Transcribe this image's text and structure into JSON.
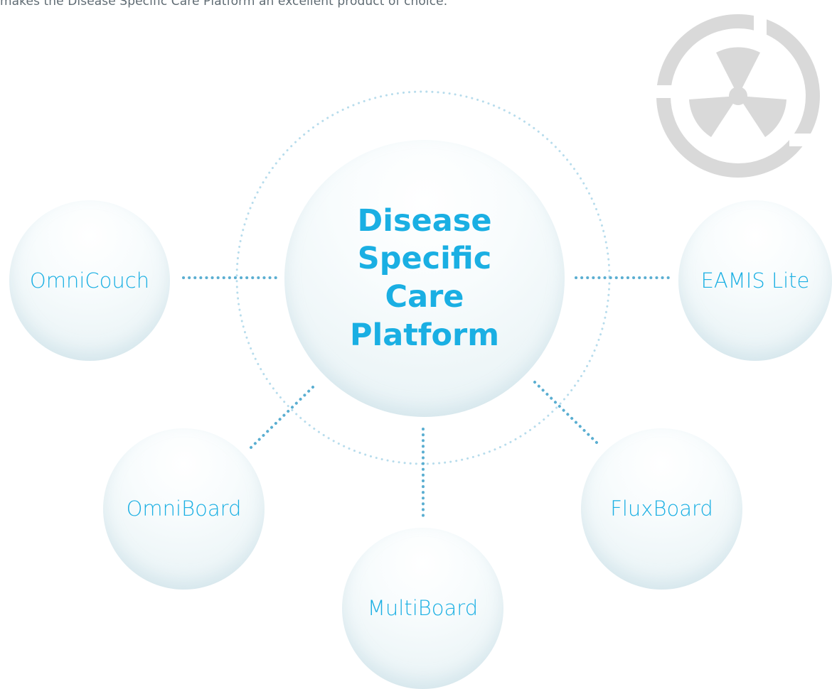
{
  "intro_text": "makes the Disease Specific Care Platform an excellent product of choice.",
  "center": {
    "label": "Disease Specific Care Platform"
  },
  "nodes": [
    {
      "id": "omnicouch",
      "label": "OmniCouch"
    },
    {
      "id": "eamis-lite",
      "label": "EAMIS Lite"
    },
    {
      "id": "omniboard",
      "label": "OmniBoard"
    },
    {
      "id": "multiboard",
      "label": "MultiBoard"
    },
    {
      "id": "fluxboard",
      "label": "FluxBoard"
    }
  ],
  "colors": {
    "accent": "#1aafe3",
    "connector": "#5aaed1",
    "ring": "#b7dcec",
    "logo": "#d9d9d9"
  }
}
